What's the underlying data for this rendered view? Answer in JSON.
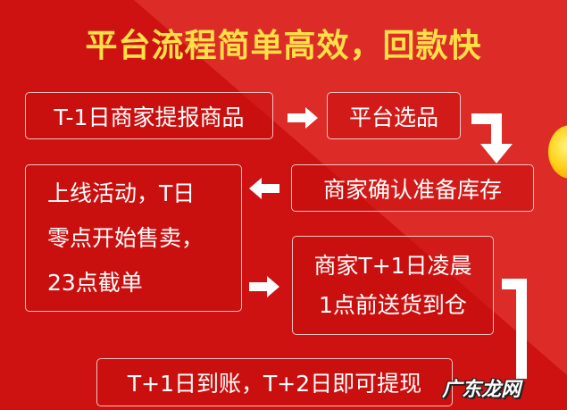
{
  "title": "平台流程简单高效，回款快",
  "steps": {
    "step1": "T-1日商家提报商品",
    "step2": "平台选品",
    "step3": "商家确认准备库存",
    "step4_lines": [
      "上线活动，T日",
      "零点开始售卖，",
      "23点截单"
    ],
    "step5_lines": [
      "商家T+1日凌晨",
      "1点前送货到仓"
    ],
    "step6": "T+1日到账，T+2日即可提现"
  },
  "watermark": "广东龙网",
  "colors": {
    "background_dark": "#cd1211",
    "background_light": "#dd2c27",
    "title": "#ffe047",
    "text": "#ffffff"
  },
  "icons": {
    "arrow_right": "arrow-right-icon",
    "arrow_left": "arrow-left-icon",
    "arrow_turn_down": "arrow-turn-down-icon",
    "bracket_connector": "bracket-connector-icon",
    "gold_coin": "gold-ingot-icon"
  }
}
